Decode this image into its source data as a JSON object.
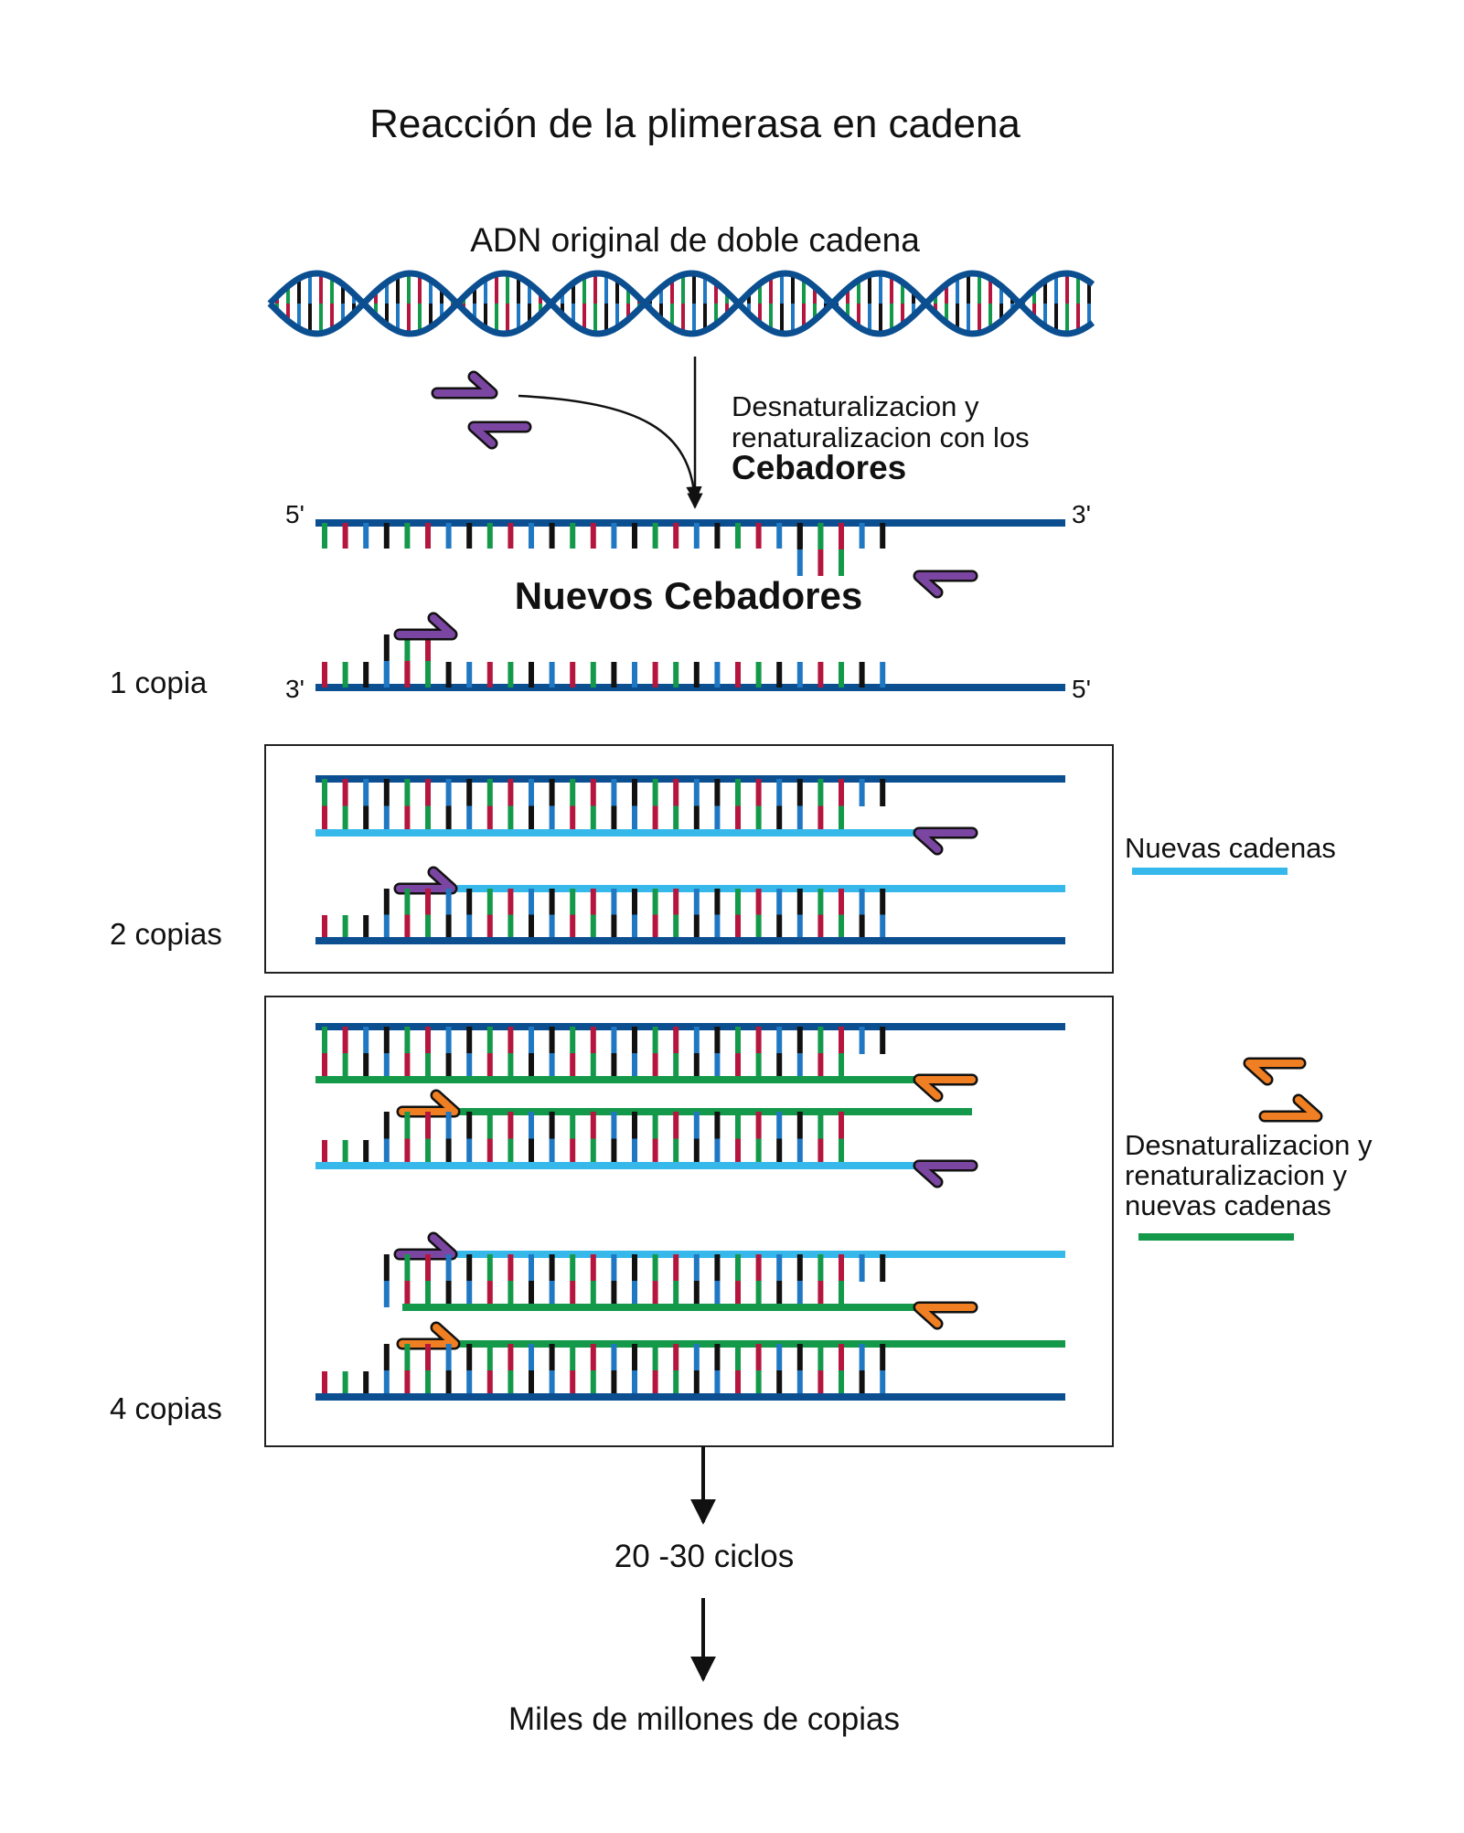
{
  "title": "Reacción de la plimerasa en cadena",
  "original_dna_label": "ADN original de doble cadena",
  "denature_label": {
    "line1": "Desnaturalizacion y",
    "line2": "renaturalizacion con los",
    "line3": "Cebadores"
  },
  "ends": {
    "five_prime": "5'",
    "three_prime": "3'"
  },
  "new_primers_label": "Nuevos Cebadores",
  "steps": {
    "one_copy": "1 copia",
    "two_copies": "2 copias",
    "four_copies": "4 copias"
  },
  "legend": {
    "new_strands": "Nuevas cadenas",
    "cycle": {
      "line1": "Desnaturalizacion y",
      "line2": "renaturalizacion y",
      "line3": "nuevas cadenas"
    }
  },
  "cycles_label": "20 -30 ciclos",
  "result_label": "Miles de millones de copias",
  "colors": {
    "template_strand": "#0b4f91",
    "new_strand_cycle1": "#36b9ea",
    "new_strand_cycle2": "#14994a",
    "base_red": "#b5163e",
    "base_green": "#14994a",
    "base_blue": "#2077c2",
    "base_black": "#111111",
    "primer_purple": "#7b46a1",
    "primer_orange": "#ef7f22"
  },
  "icons": [
    "primer-arrow-icon",
    "down-arrow-icon",
    "dna-helix-icon"
  ]
}
